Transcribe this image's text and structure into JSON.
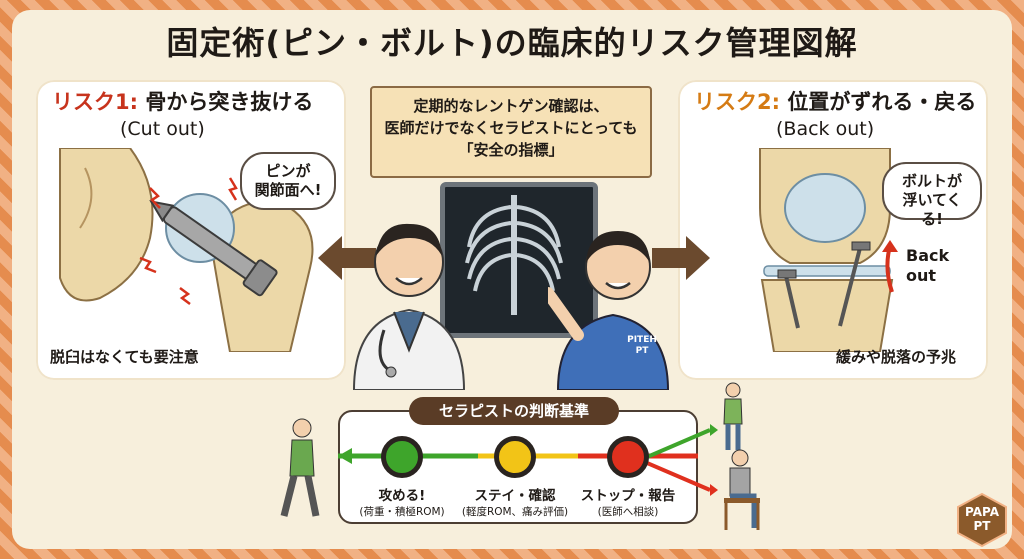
{
  "title": "固定術(ピン・ボルト)の臨床的リスク管理図解",
  "risk1": {
    "tag": "リスク1:",
    "title": "骨から突き抜ける",
    "subtitle": "(Cut out)",
    "bubble_l1": "ピンが",
    "bubble_l2": "関節面へ!",
    "caption": "脱臼はなくても要注意"
  },
  "risk2": {
    "tag": "リスク2:",
    "title": "位置がずれる・戻る",
    "subtitle": "(Back out)",
    "bubble_l1": "ボルトが",
    "bubble_l2": "浮いてくる!",
    "arrow_l1": "Back",
    "arrow_l2": "out",
    "caption": "緩みや脱落の予兆"
  },
  "center": {
    "line1": "定期的なレントゲン確認は、",
    "line2": "医師だけでなくセラピストにとっても",
    "line3": "「安全の指標」",
    "badge_l1": "PITEH",
    "badge_l2": "PT"
  },
  "criteria": {
    "label": "セラピストの判断基準",
    "lights": [
      {
        "label": "攻める!",
        "note": "(荷重・積極ROM)",
        "color": "#3ea52b"
      },
      {
        "label": "ステイ・確認",
        "note": "(軽度ROM、痛み評価)",
        "color": "#f2c417"
      },
      {
        "label": "ストップ・報告",
        "note": "(医師へ相談)",
        "color": "#e0301e"
      }
    ]
  },
  "logo": {
    "line1": "PAPA",
    "line2": "PT"
  },
  "colors": {
    "accent_red": "#c7331c",
    "accent_orange": "#d57b14",
    "green": "#3ea52b",
    "yellow": "#f2c417",
    "red": "#e0301e"
  }
}
